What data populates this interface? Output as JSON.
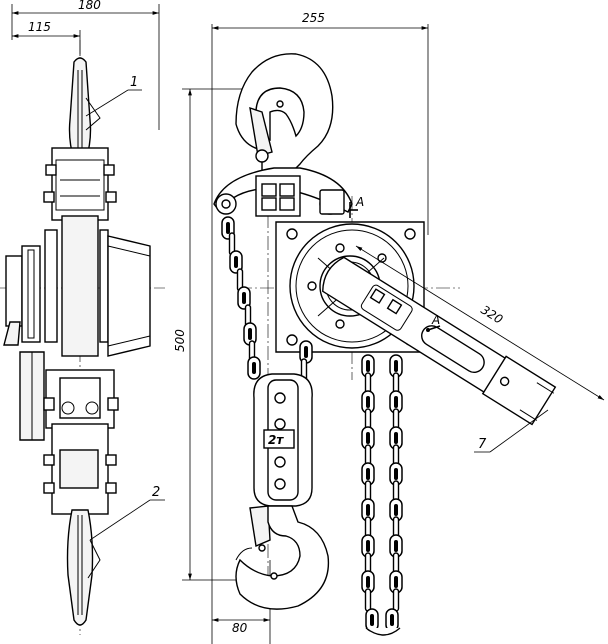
{
  "dimensions": {
    "overall_width_side": "180",
    "hook_offset_side": "115",
    "overall_width_front": "255",
    "overall_height": "500",
    "handle_length": "320",
    "chain_offset": "80"
  },
  "callouts": {
    "item_1": "1",
    "item_2": "2",
    "item_7": "7"
  },
  "labels": {
    "section_a_top": "A",
    "section_a_lever": "A",
    "load_capacity": "2т"
  }
}
